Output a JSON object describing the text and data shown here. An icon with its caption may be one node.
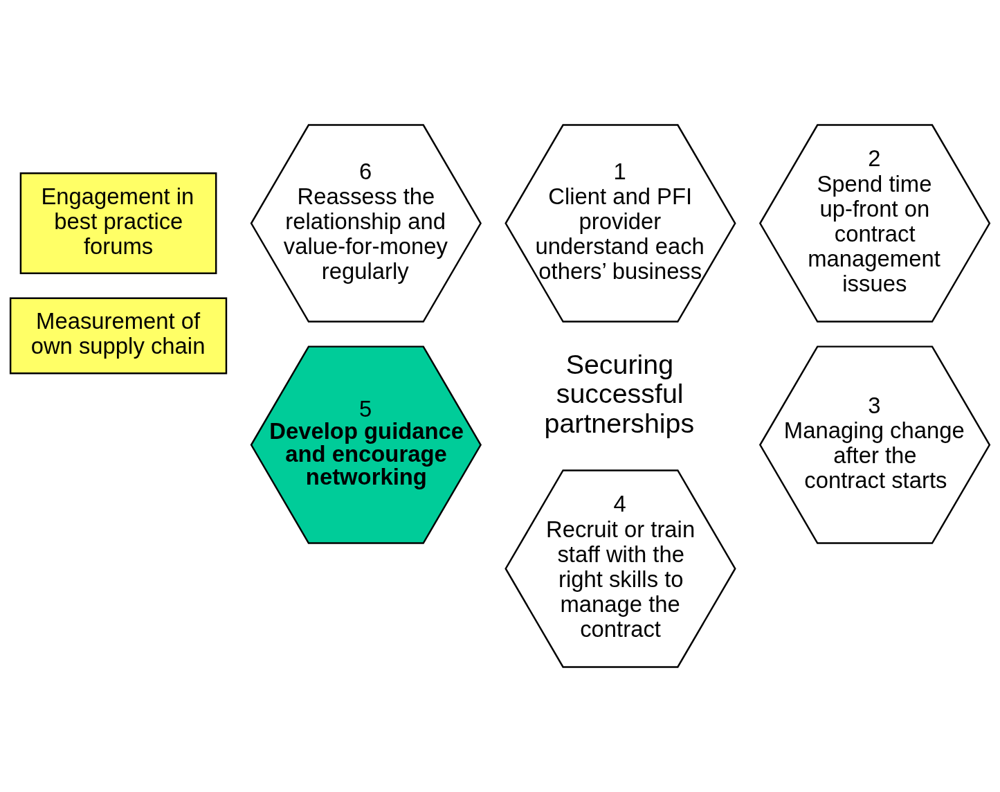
{
  "diagram": {
    "nodes": [
      {
        "text": [
          "1",
          "Client and PFI provider understand each others’ business"
        ]
      },
      {
        "text": [
          "2",
          "Spend time up-front on contract management issues"
        ]
      },
      {
        "text": [
          "3",
          "Managing change after the contract starts"
        ]
      },
      {
        "text": [
          "4",
          "Recruit or train staff with the right skills to manage the contract"
        ]
      },
      {
        "text": [
          "5",
          "Develop guidance and encourage networking"
        ]
      },
      {
        "text": [
          "6",
          "Reassess the relationship and value-for-money regularly"
        ]
      },
      {
        "text": [
          "Engagement in best practice forums"
        ]
      },
      {
        "text": [
          "Measurement of own supply chain"
        ]
      }
    ],
    "edges": [],
    "labels": [
      "Securing successful partnerships"
    ]
  }
}
